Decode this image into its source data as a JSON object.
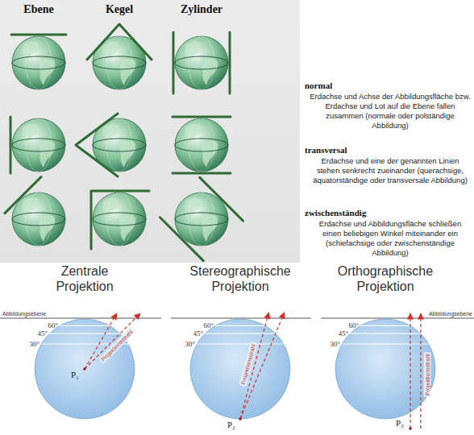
{
  "diagram": {
    "labels": [
      "Ebene",
      "Kegel",
      "Zylinder",
      "normal",
      "Erdachse und Achse der Abbildungsfläche bzw. Erdachse und Lot auf die Ebene fallen zusammen (normale oder polständige Abbildung)",
      "transversal",
      "Erdachse und eine der genannten Linien stehen senkrecht zueinander (querachsige, äquatorständige oder transversale Abbildung)",
      "zwischenständig",
      "Erdachse und Abbildungsfläche schließen einen beliebigen Winkel miteinander ein (schiefachsige oder zwischenständige Abbildung)",
      "Zentrale Projektion",
      "Stereographische Projektion",
      "Orthographische Projektion",
      "Abbildungsebene",
      "60°",
      "45°",
      "30°",
      "Projektionsstrahl",
      "P₁",
      "60°",
      "45°",
      "30°",
      "Projektionsstrahl",
      "P₂",
      "Abbildungsebene",
      "60°",
      "45°",
      "30°",
      "Projektionsstrahl",
      "P₃"
    ]
  }
}
